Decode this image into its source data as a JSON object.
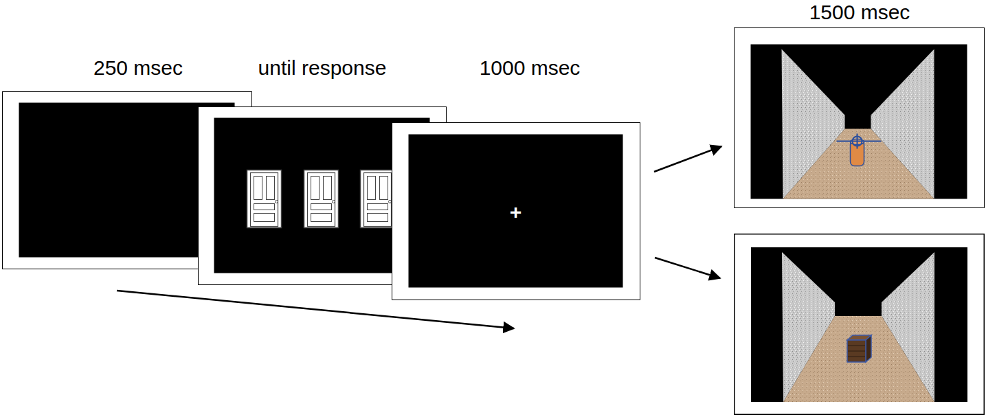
{
  "diagram": {
    "nodes": [
      {
        "text": [
          "250 msec"
        ]
      },
      {
        "text": [
          "until response"
        ]
      },
      {
        "text": [
          "1000 msec",
          "+"
        ]
      },
      {
        "text": [
          "1500 msec"
        ]
      }
    ],
    "edges": [
      {
        "from": 2,
        "to": 3,
        "arrow": "to"
      }
    ]
  }
}
